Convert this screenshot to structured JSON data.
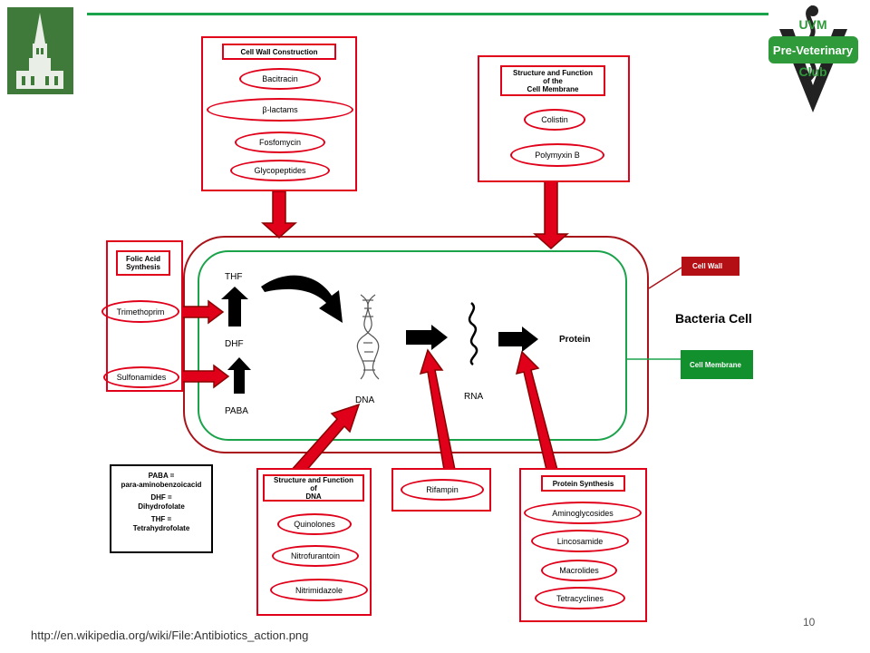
{
  "header": {
    "logo_left": "UVM tower logo",
    "logo_right": "UVM Pre-Veterinary Club"
  },
  "targets": {
    "cell_wall_construction": {
      "title": "Cell Wall Construction",
      "drugs": [
        "Bacitracin",
        "β-lactams",
        "Fosfomycin",
        "Glycopeptides"
      ]
    },
    "cell_membrane": {
      "title_lines": [
        "Structure and Function",
        "of the",
        "Cell Membrane"
      ],
      "drugs": [
        "Colistin",
        "Polymyxin B"
      ]
    },
    "folic_acid": {
      "title_lines": [
        "Folic Acid",
        "Synthesis"
      ],
      "drugs": [
        "Trimethoprim",
        "Sulfonamides"
      ]
    },
    "dna": {
      "title_lines": [
        "Structure and Function",
        "of",
        "DNA"
      ],
      "drugs": [
        "Quinolones",
        "Nitrofurantoin",
        "Nitrimidazole"
      ]
    },
    "rna": {
      "drugs": [
        "Rifampin"
      ]
    },
    "protein_synthesis": {
      "title": "Protein Synthesis",
      "drugs": [
        "Aminoglycosides",
        "Lincosamide",
        "Macrolides",
        "Tetracyclines"
      ]
    }
  },
  "cell": {
    "title": "Bacteria Cell",
    "legend_wall": "Cell Wall",
    "legend_membrane": "Cell Membrane",
    "labels": {
      "thf": "THF",
      "dhf": "DHF",
      "paba": "PABA",
      "dna": "DNA",
      "rna": "RNA",
      "protein": "Protein"
    }
  },
  "abbreviations": {
    "paba": [
      "PABA =",
      "para-aminobenzoicacid"
    ],
    "dhf": [
      "DHF =",
      "Dihydrofolate"
    ],
    "thf": [
      "THF =",
      "Tetrahydrofolate"
    ]
  },
  "colors": {
    "accent_green": "#1aa34a",
    "drug_red": "#e0001a",
    "wall_red": "#b30f14",
    "membrane_green": "#12902e"
  },
  "footer": {
    "url": "http://en.wikipedia.org/wiki/File:Antibiotics_action.png",
    "page_number": "10"
  }
}
